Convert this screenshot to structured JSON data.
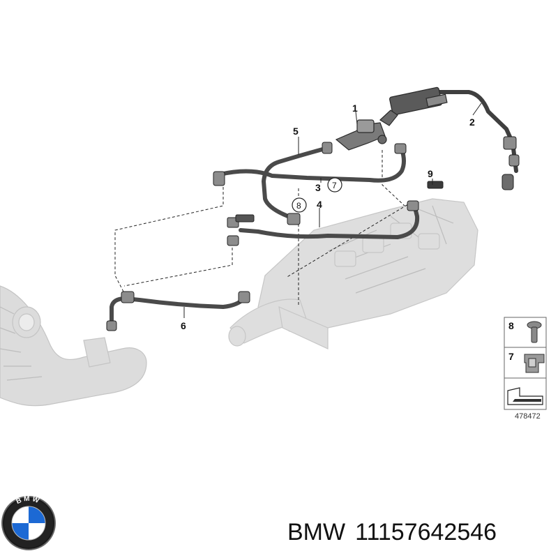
{
  "diagram": {
    "callouts": {
      "c1": "1",
      "c2": "2",
      "c3": "3",
      "c4": "4",
      "c5": "5",
      "c6": "6",
      "c7": "7",
      "c8": "8",
      "c9": "9"
    },
    "legend": {
      "item8": "8",
      "item7": "7",
      "ref_number": "478472"
    }
  },
  "logo": {
    "brand_letters": "BMW",
    "colors": {
      "blue": "#1c69d4",
      "black": "#111111",
      "white": "#ffffff"
    }
  },
  "caption": {
    "brand": "BMW",
    "part_number": "11157642546"
  },
  "colors": {
    "hose": "#4a4a4a",
    "engine": "#d9d9d9",
    "line": "#222222"
  }
}
